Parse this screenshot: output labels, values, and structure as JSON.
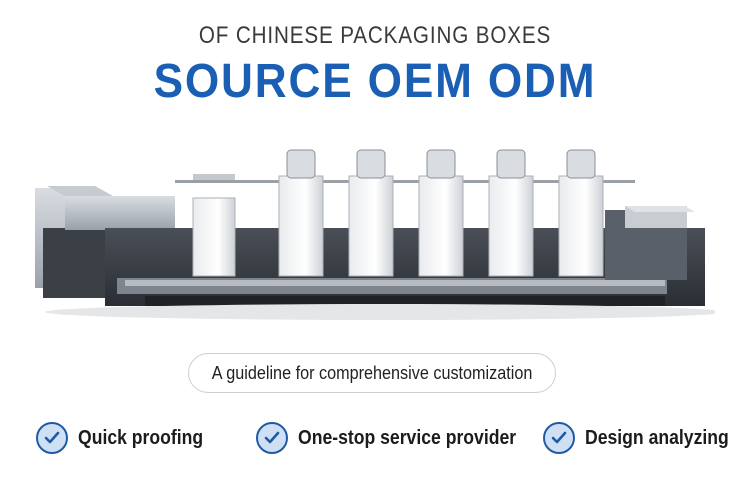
{
  "header": {
    "subtitle": "OF CHINESE PACKAGING BOXES",
    "title": "SOURCE OEM ODM"
  },
  "tagline": "A guideline for comprehensive customization",
  "features": [
    {
      "label": "Quick proofing",
      "icon": "check-circle-icon"
    },
    {
      "label": "One-stop service provider",
      "icon": "check-circle-icon"
    },
    {
      "label": "Design analyzing",
      "icon": "check-circle-icon"
    }
  ],
  "colors": {
    "brand_blue": "#1a5fb4",
    "check_fill": "#cfe0f5",
    "check_stroke": "#1f5aa8"
  }
}
